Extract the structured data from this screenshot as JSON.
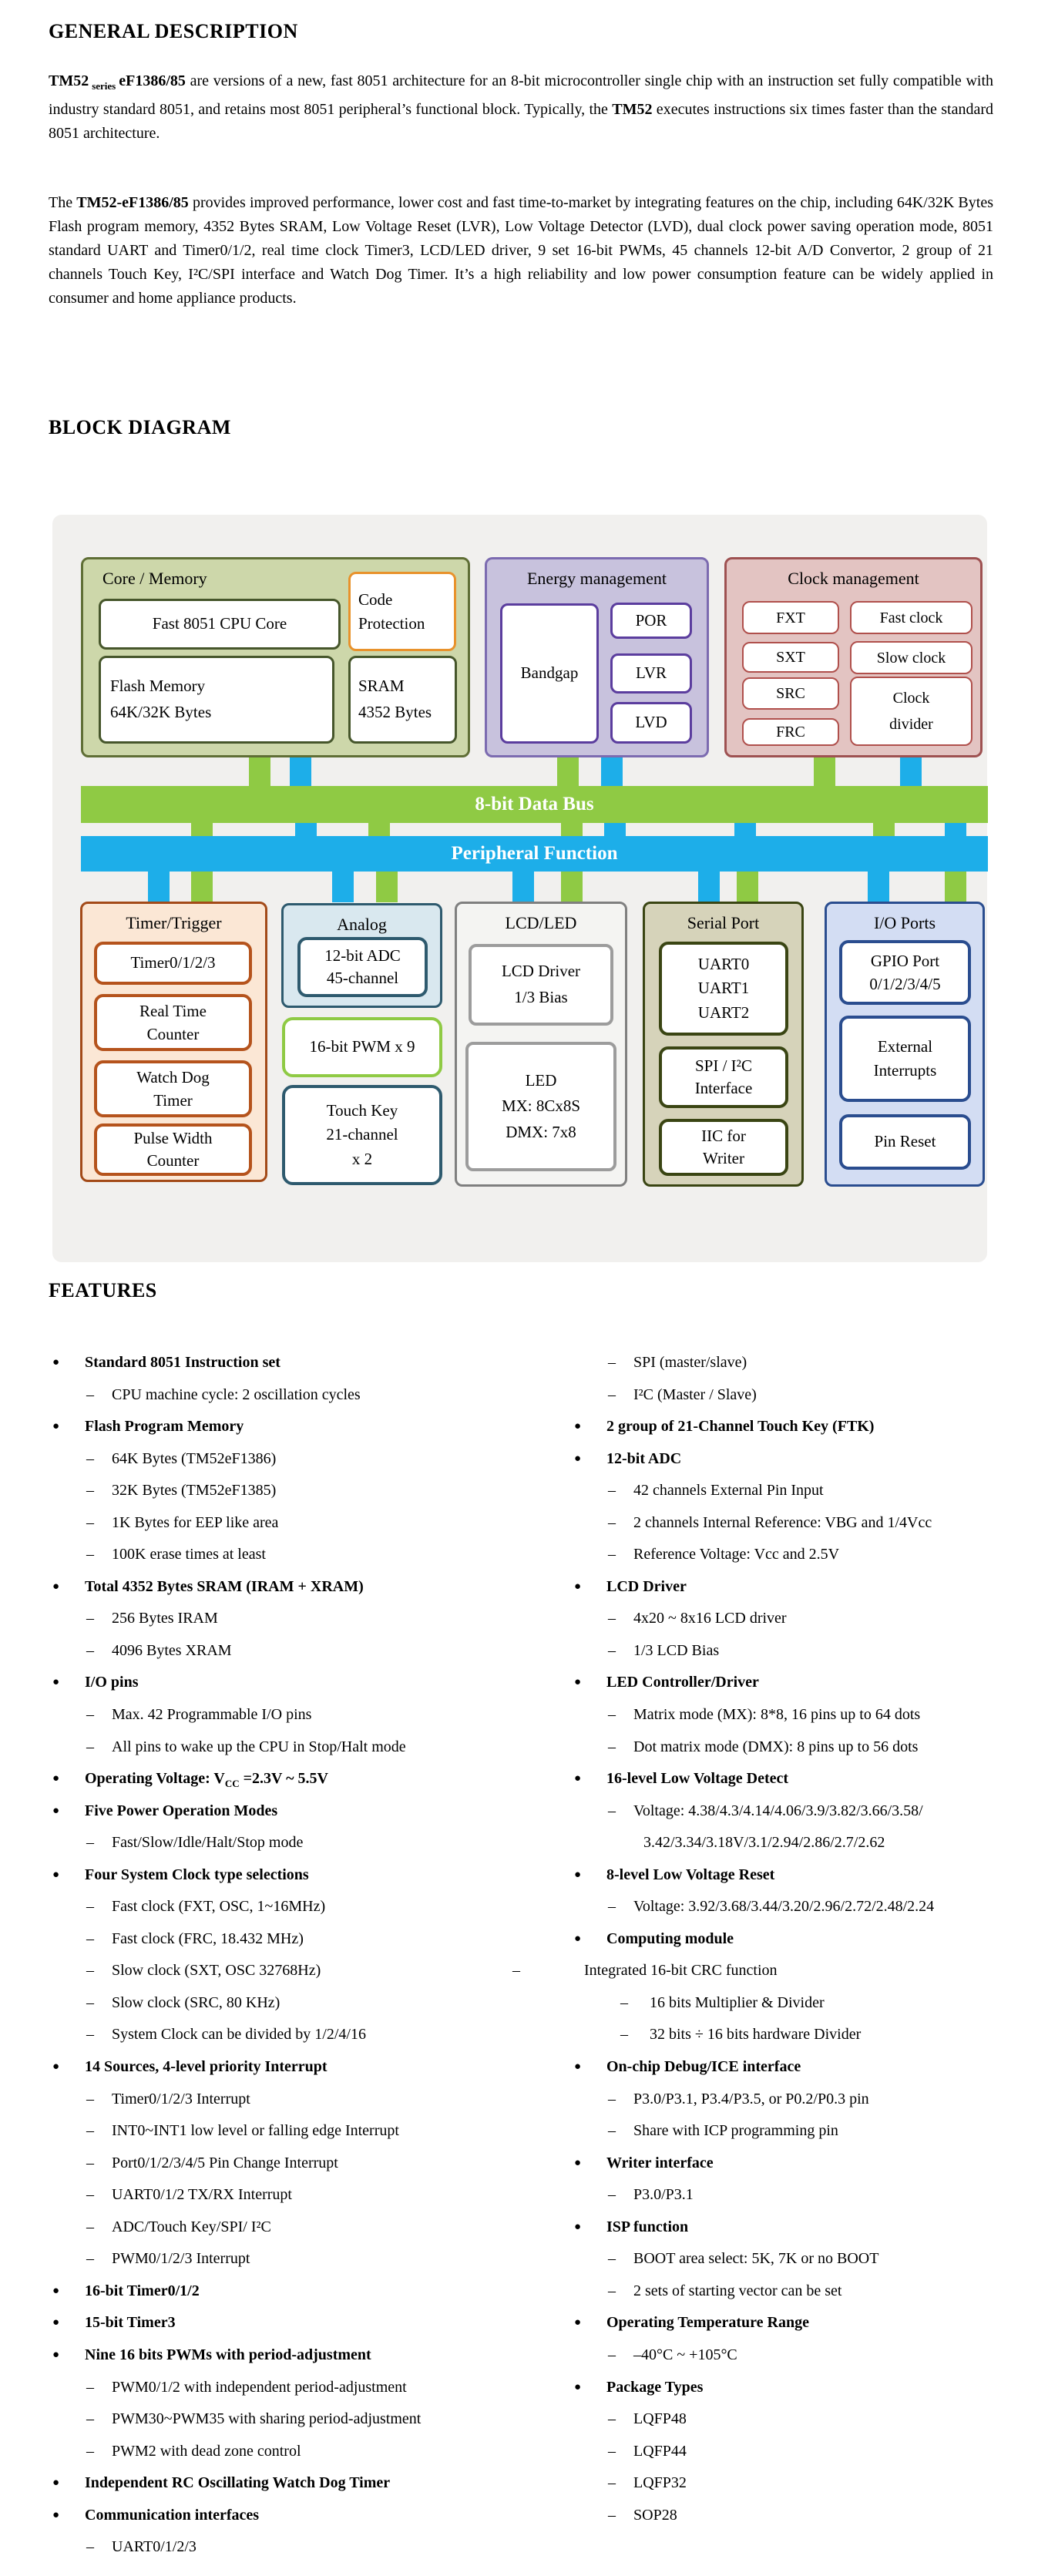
{
  "headings": {
    "general": "GENERAL DESCRIPTION",
    "block": "BLOCK DIAGRAM",
    "features": "FEATURES"
  },
  "paragraphs": {
    "p1": [
      {
        "text": "TM52",
        "style": "b"
      },
      {
        "text": " series ",
        "style": "bsub"
      },
      {
        "text": "eF1386/85",
        "style": "b"
      },
      {
        "text": " are versions of a new, fast 8051 architecture for an 8-bit microcontroller single chip with an instruction set fully compatible with industry standard 8051, and retains most 8051 peripheral’s functional block. Typically, the ",
        "style": ""
      },
      {
        "text": "TM52",
        "style": "b"
      },
      {
        "text": " executes instructions six times faster than the standard 8051 architecture.",
        "style": ""
      }
    ],
    "p2": [
      {
        "text": "The ",
        "style": ""
      },
      {
        "text": "TM52-eF1386/85",
        "style": "b"
      },
      {
        "text": " provides improved performance, lower cost and fast time-to-market by integrating features on the chip, including 64K/32K Bytes Flash program memory, 4352 Bytes SRAM, Low Voltage Reset (LVR), Low Voltage Detector (LVD), dual clock power saving operation mode, 8051 standard UART and Timer0/1/2, real time clock Timer3, LCD/LED driver, 9 set 16-bit PWMs, 45 channels 12-bit A/D Convertor, 2 group of 21 channels Touch Key, I²C/SPI interface and Watch Dog Timer. It’s a high reliability and low power consumption feature can be widely applied in consumer and home appliance products.",
        "style": ""
      }
    ]
  },
  "diagram": {
    "bus_labels": {
      "data_bus": "8-bit Data Bus",
      "peripheral": "Peripheral Function"
    },
    "colors": {
      "panel_bg": "#f1f0ee",
      "bus_green": "#8fca44",
      "bus_blue": "#1daee9",
      "core_bg": "#cdd7aa",
      "core_border": "#5f6e35",
      "code_protection_border": "#e8922c",
      "energy_bg": "#c8c2dd",
      "energy_border": "#5b3d9e",
      "clock_bg": "#e3c4c2",
      "clock_border": "#b0504c",
      "timer_bg": "#fbe7d5",
      "timer_border": "#b5531c",
      "analog_bg": "#d9e8ef",
      "analog_border": "#2e5a6e",
      "lcdled_bg": "#f4f4f2",
      "lcdled_border": "#9c9c9c",
      "serial_bg": "#d6d3ba",
      "serial_border": "#3a4513",
      "io_bg": "#d3ddf3",
      "io_border": "#2a4d8f"
    },
    "groups": [
      {
        "id": "core",
        "title": "Core / Memory",
        "boxes": [
          {
            "id": "cpu",
            "lines": [
              "Fast 8051 CPU Core"
            ]
          },
          {
            "id": "codeprot",
            "lines": [
              "Code",
              "Protection"
            ]
          },
          {
            "id": "flash",
            "lines": [
              "Flash Memory",
              "64K/32K Bytes"
            ]
          },
          {
            "id": "sram",
            "lines": [
              "SRAM",
              "4352 Bytes"
            ]
          }
        ]
      },
      {
        "id": "energy",
        "title": "Energy management",
        "boxes": [
          {
            "id": "bandgap",
            "lines": [
              "Bandgap"
            ]
          },
          {
            "id": "por",
            "lines": [
              "POR"
            ]
          },
          {
            "id": "lvr",
            "lines": [
              "LVR"
            ]
          },
          {
            "id": "lvd",
            "lines": [
              "LVD"
            ]
          }
        ]
      },
      {
        "id": "clock",
        "title": "Clock management",
        "boxes": [
          {
            "id": "fxt",
            "lines": [
              "FXT"
            ]
          },
          {
            "id": "fastclk",
            "lines": [
              "Fast clock"
            ]
          },
          {
            "id": "sxt",
            "lines": [
              "SXT"
            ]
          },
          {
            "id": "slowclk",
            "lines": [
              "Slow clock"
            ]
          },
          {
            "id": "src",
            "lines": [
              "SRC"
            ]
          },
          {
            "id": "clkdiv",
            "lines": [
              "Clock",
              "divider"
            ]
          },
          {
            "id": "frc",
            "lines": [
              "FRC"
            ]
          }
        ]
      },
      {
        "id": "timer",
        "title": "Timer/Trigger",
        "boxes": [
          {
            "id": "t0123",
            "lines": [
              "Timer0/1/2/3"
            ]
          },
          {
            "id": "rtc",
            "lines": [
              "Real Time",
              "Counter"
            ]
          },
          {
            "id": "wdt",
            "lines": [
              "Watch Dog",
              "Timer"
            ]
          },
          {
            "id": "pwc",
            "lines": [
              "Pulse Width",
              "Counter"
            ]
          }
        ]
      },
      {
        "id": "analog",
        "title": "Analog",
        "boxes": [
          {
            "id": "adc",
            "lines": [
              "12-bit ADC",
              "45-channel"
            ]
          }
        ]
      },
      {
        "id": "lcdled",
        "title": "LCD/LED",
        "boxes": [
          {
            "id": "lcddrv",
            "lines": [
              "LCD Driver",
              "1/3 Bias"
            ]
          },
          {
            "id": "led",
            "lines": [
              "LED",
              "MX: 8Cx8S",
              "DMX: 7x8"
            ]
          }
        ]
      },
      {
        "id": "serial",
        "title": "Serial Port",
        "boxes": [
          {
            "id": "uart",
            "lines": [
              "UART0",
              "UART1",
              "UART2"
            ]
          },
          {
            "id": "spi",
            "lines": [
              "SPI / I²C",
              "Interface"
            ]
          },
          {
            "id": "iic",
            "lines": [
              "IIC for",
              "Writer"
            ]
          }
        ]
      },
      {
        "id": "io",
        "title": "I/O Ports",
        "boxes": [
          {
            "id": "gpio",
            "lines": [
              "GPIO Port",
              "0/1/2/3/4/5"
            ]
          },
          {
            "id": "extint",
            "lines": [
              "External",
              "Interrupts"
            ]
          },
          {
            "id": "pinreset",
            "lines": [
              "Pin Reset"
            ]
          }
        ]
      }
    ],
    "standalone_boxes": [
      {
        "id": "pwm9",
        "lines": [
          "16-bit PWM x 9"
        ]
      },
      {
        "id": "touchkey",
        "lines": [
          "Touch Key",
          "21-channel",
          "x 2"
        ]
      }
    ]
  },
  "features": {
    "left": [
      {
        "type": "bullet",
        "text": "Standard 8051 Instruction set"
      },
      {
        "type": "dash",
        "text": "CPU machine cycle: 2 oscillation cycles"
      },
      {
        "type": "bullet",
        "text": "Flash Program Memory"
      },
      {
        "type": "dash",
        "text": "64K Bytes (TM52eF1386)"
      },
      {
        "type": "dash",
        "text": "32K Bytes (TM52eF1385)"
      },
      {
        "type": "dash",
        "text": "1K Bytes for EEP like area"
      },
      {
        "type": "dash",
        "text": "100K erase times at least"
      },
      {
        "type": "bullet",
        "text": "Total 4352 Bytes SRAM (IRAM + XRAM)"
      },
      {
        "type": "dash",
        "text": "256 Bytes IRAM"
      },
      {
        "type": "dash",
        "text": "4096 Bytes XRAM"
      },
      {
        "type": "bullet",
        "text": "I/O pins"
      },
      {
        "type": "dash",
        "text": "Max. 42 Programmable I/O pins"
      },
      {
        "type": "dash",
        "text": "All pins to wake up the CPU in Stop/Halt mode"
      },
      {
        "type": "bullet",
        "text": "Operating Voltage: V_{CC} =2.3V ~ 5.5V"
      },
      {
        "type": "bullet",
        "text": "Five Power Operation Modes"
      },
      {
        "type": "dash",
        "text": "Fast/Slow/Idle/Halt/Stop mode"
      },
      {
        "type": "bullet",
        "text": "Four System Clock type selections"
      },
      {
        "type": "dash",
        "text": "Fast clock (FXT, OSC, 1~16MHz)"
      },
      {
        "type": "dash",
        "text": "Fast clock (FRC, 18.432 MHz)"
      },
      {
        "type": "dash",
        "text": "Slow clock (SXT, OSC 32768Hz)"
      },
      {
        "type": "dash",
        "text": "Slow clock (SRC, 80 KHz)"
      },
      {
        "type": "dash",
        "text": "System Clock can be divided by 1/2/4/16"
      },
      {
        "type": "bullet",
        "text": "14 Sources, 4-level priority Interrupt"
      },
      {
        "type": "dash",
        "text": "Timer0/1/2/3 Interrupt"
      },
      {
        "type": "dash",
        "text": "INT0~INT1 low level or falling edge Interrupt"
      },
      {
        "type": "dash",
        "text": "Port0/1/2/3/4/5 Pin Change Interrupt"
      },
      {
        "type": "dash",
        "text": "UART0/1/2 TX/RX Interrupt"
      },
      {
        "type": "dash",
        "text": "ADC/Touch Key/SPI/ I²C"
      },
      {
        "type": "dash",
        "text": "PWM0/1/2/3 Interrupt"
      },
      {
        "type": "bullet",
        "text": "16-bit Timer0/1/2"
      },
      {
        "type": "bullet",
        "text": "15-bit Timer3"
      },
      {
        "type": "bullet",
        "text": "Nine 16 bits PWMs with period-adjustment"
      },
      {
        "type": "dash",
        "text": "PWM0/1/2 with independent period-adjustment"
      },
      {
        "type": "dash",
        "text": "PWM30~PWM35 with sharing period-adjustment"
      },
      {
        "type": "dash",
        "text": "PWM2 with dead zone control"
      },
      {
        "type": "bullet",
        "text": "Independent RC Oscillating Watch Dog Timer"
      },
      {
        "type": "bullet",
        "text": "Communication interfaces"
      },
      {
        "type": "dash",
        "text": "UART0/1/2/3"
      }
    ],
    "right": [
      {
        "type": "dash",
        "text": "SPI (master/slave)"
      },
      {
        "type": "dash",
        "text": "I²C (Master / Slave)"
      },
      {
        "type": "bullet",
        "text": "2 group of 21-Channel Touch Key (FTK)"
      },
      {
        "type": "bullet",
        "text": "12-bit ADC"
      },
      {
        "type": "dash",
        "text": "42 channels External Pin Input"
      },
      {
        "type": "dash",
        "text": "2 channels Internal Reference: VBG and 1/4Vcc"
      },
      {
        "type": "dash",
        "text": "Reference Voltage: Vcc and 2.5V"
      },
      {
        "type": "bullet",
        "text": "LCD Driver"
      },
      {
        "type": "dash",
        "text": "4x20 ~ 8x16 LCD driver"
      },
      {
        "type": "dash",
        "text": "1/3 LCD Bias"
      },
      {
        "type": "bullet",
        "text": "LED Controller/Driver"
      },
      {
        "type": "dash",
        "text": "Matrix mode (MX): 8*8, 16 pins up to 64 dots"
      },
      {
        "type": "dash",
        "text": "Dot matrix mode (DMX): 8 pins up to 56 dots"
      },
      {
        "type": "bullet",
        "text": "16-level Low Voltage Detect"
      },
      {
        "type": "dash",
        "text": "Voltage: 4.38/4.3/4.14/4.06/3.9/3.82/3.66/3.58/"
      },
      {
        "type": "cont",
        "text": "3.42/3.34/3.18V/3.1/2.94/2.86/2.7/2.62"
      },
      {
        "type": "bullet",
        "text": "8-level Low Voltage Reset"
      },
      {
        "type": "dash",
        "text": " Voltage: 3.92/3.68/3.44/3.20/2.96/2.72/2.48/2.24"
      },
      {
        "type": "bullet",
        "text": "Computing module"
      },
      {
        "type": "dashout",
        "text": "Integrated 16-bit CRC function"
      },
      {
        "type": "dash2",
        "text": "16 bits Multiplier & Divider"
      },
      {
        "type": "dash2",
        "text": "32 bits ÷ 16 bits hardware Divider"
      },
      {
        "type": "bullet",
        "text": "On-chip Debug/ICE interface"
      },
      {
        "type": "dash",
        "text": "P3.0/P3.1, P3.4/P3.5, or P0.2/P0.3 pin"
      },
      {
        "type": "dash",
        "text": "Share with ICP programming pin"
      },
      {
        "type": "bullet",
        "text": "Writer interface"
      },
      {
        "type": "dash",
        "text": "P3.0/P3.1"
      },
      {
        "type": "bullet",
        "text": "ISP function"
      },
      {
        "type": "dash",
        "text": "BOOT area select: 5K, 7K or no BOOT"
      },
      {
        "type": "dash",
        "text": "2 sets of starting vector can be set"
      },
      {
        "type": "bullet",
        "text": "Operating Temperature Range"
      },
      {
        "type": "dash",
        "text": "–40°C ~ +105°C"
      },
      {
        "type": "bullet",
        "text": "Package Types"
      },
      {
        "type": "dash",
        "text": "LQFP48"
      },
      {
        "type": "dash",
        "text": "LQFP44"
      },
      {
        "type": "dash",
        "text": "LQFP32"
      },
      {
        "type": "dash",
        "text": "SOP28"
      }
    ]
  }
}
